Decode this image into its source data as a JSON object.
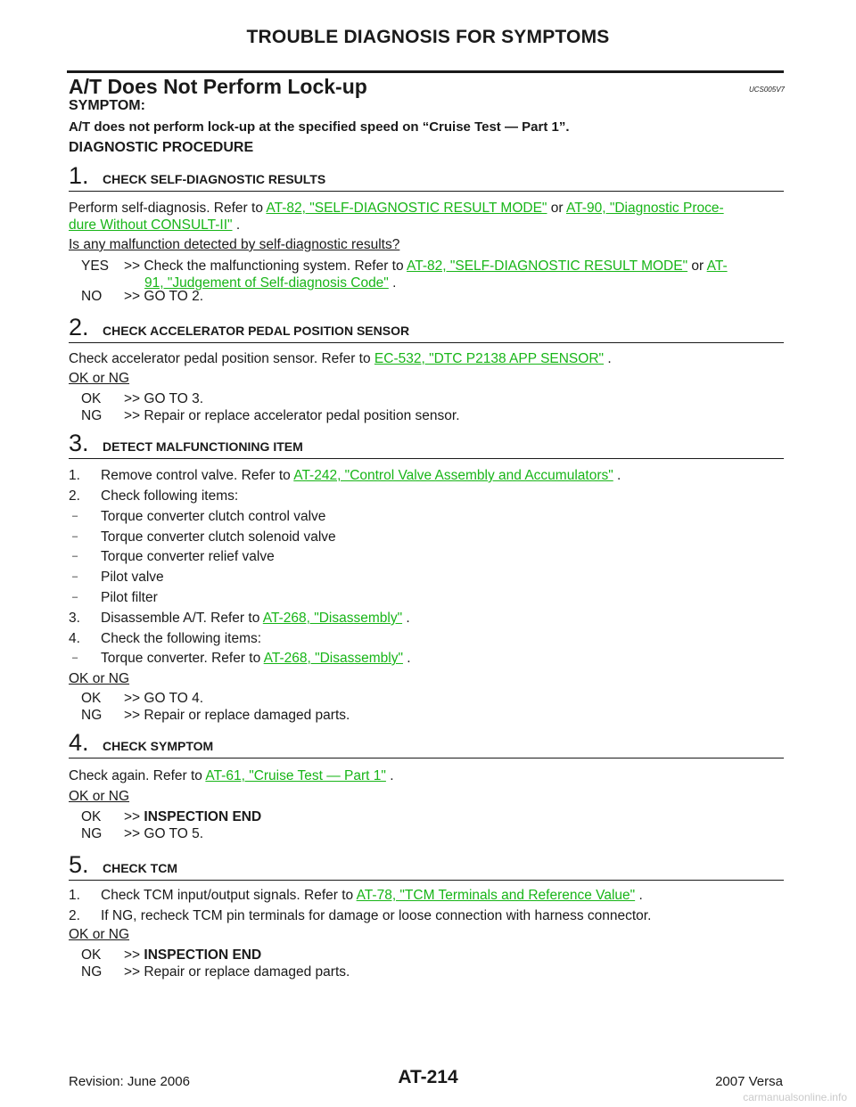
{
  "header": {
    "title": "TROUBLE DIAGNOSIS FOR SYMPTOMS"
  },
  "section": {
    "title": "A/T Does Not Perform Lock-up",
    "code": "UCS005V7"
  },
  "symptom": {
    "heading": "SYMPTOM:",
    "text": "A/T does not perform lock-up at the specified speed on “Cruise Test — Part 1”."
  },
  "procedure_heading": "DIAGNOSTIC PROCEDURE",
  "step1": {
    "num": "1.",
    "title": "CHECK SELF-DIAGNOSTIC RESULTS",
    "text_a": "Perform self-diagnosis. Refer to ",
    "link_a": "AT-82, \"SELF-DIAGNOSTIC RESULT MODE\"",
    "text_b": "  or ",
    "link_b1": "AT-90, \"Diagnostic Proce-",
    "link_b2": "dure Without CONSULT-II\"",
    "text_c": " .",
    "question": "Is any malfunction detected by self-diagnostic results?",
    "yes_label": "YES",
    "yes_text": ">> Check the malfunctioning system. Refer to ",
    "yes_link_a": "AT-82, \"SELF-DIAGNOSTIC RESULT MODE\"",
    "yes_or": "  or ",
    "yes_link_b1": "AT-",
    "yes_link_b2": "91, \"Judgement of Self-diagnosis Code\"",
    "yes_end": " .",
    "no_label": "NO",
    "no_text": ">> GO TO 2."
  },
  "step2": {
    "num": "2.",
    "title": "CHECK ACCELERATOR PEDAL POSITION SENSOR",
    "text_a": "Check accelerator pedal position sensor. Refer to ",
    "link": "EC-532, \"DTC P2138 APP SENSOR\"",
    "text_b": " .",
    "question": "OK or NG",
    "ok_label": "OK",
    "ok_text": ">> GO TO 3.",
    "ng_label": "NG",
    "ng_text": ">> Repair or replace accelerator pedal position sensor."
  },
  "step3": {
    "num": "3.",
    "title": "DETECT MALFUNCTIONING ITEM",
    "i1_num": "1.",
    "i1_text": "Remove control valve. Refer to ",
    "i1_link": "AT-242, \"Control Valve Assembly and Accumulators\"",
    "i1_end": " .",
    "i2_num": "2.",
    "i2_text": "Check following items:",
    "dash_mark": "–",
    "d1": "Torque converter clutch control valve",
    "d2": "Torque converter clutch solenoid valve",
    "d3": "Torque converter relief valve",
    "d4": "Pilot valve",
    "d5": "Pilot filter",
    "i3_num": "3.",
    "i3_text": "Disassemble A/T. Refer to ",
    "i3_link": "AT-268, \"Disassembly\"",
    "i3_end": " .",
    "i4_num": "4.",
    "i4_text": "Check the following items:",
    "d6_text": "Torque converter. Refer to ",
    "d6_link": "AT-268, \"Disassembly\"",
    "d6_end": " .",
    "question": "OK or NG",
    "ok_label": "OK",
    "ok_text": ">> GO TO 4.",
    "ng_label": "NG",
    "ng_text": ">> Repair or replace damaged parts."
  },
  "step4": {
    "num": "4.",
    "title": "CHECK SYMPTOM",
    "text_a": "Check again. Refer to ",
    "link": "AT-61, \"Cruise Test — Part 1\"",
    "text_b": " .",
    "question": "OK or NG",
    "ok_label": "OK",
    "ok_arrow": ">> ",
    "ok_text": "INSPECTION END",
    "ng_label": "NG",
    "ng_text": ">> GO TO 5."
  },
  "step5": {
    "num": "5.",
    "title": "CHECK TCM",
    "i1_num": "1.",
    "i1_text": "Check TCM input/output signals. Refer to ",
    "i1_link": "AT-78, \"TCM Terminals and Reference Value\"",
    "i1_end": " .",
    "i2_num": "2.",
    "i2_text": "If NG, recheck TCM pin terminals for damage or loose connection with harness connector.",
    "question": "OK or NG",
    "ok_label": "OK",
    "ok_arrow": ">> ",
    "ok_text": "INSPECTION END",
    "ng_label": "NG",
    "ng_text": ">> Repair or replace damaged parts."
  },
  "footer": {
    "revision": "Revision: June 2006",
    "page": "AT-214",
    "model": "2007 Versa",
    "watermark": "carmanualsonline.info"
  }
}
